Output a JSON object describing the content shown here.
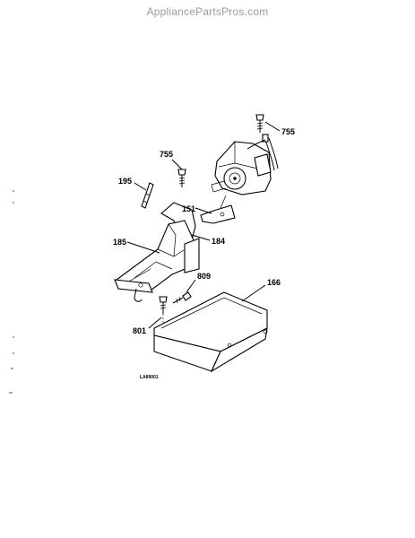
{
  "watermark": "AppliancePartsPros.com",
  "callouts": {
    "c755a": "755",
    "c755b": "755",
    "c195": "195",
    "c151": "151",
    "c185": "185",
    "c184": "184",
    "c809": "809",
    "c166": "166",
    "c801": "801"
  },
  "drawing_code": "LA89001"
}
